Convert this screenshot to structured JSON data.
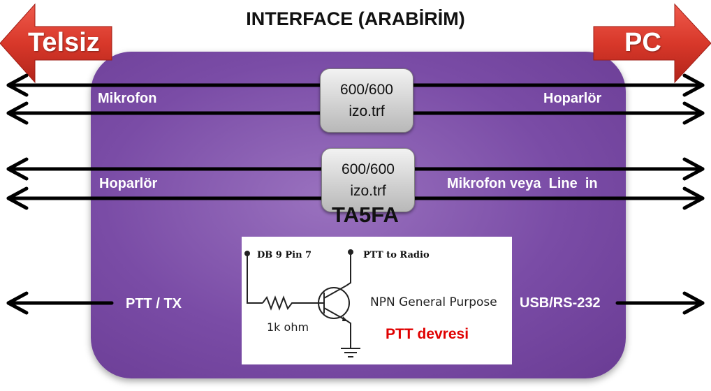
{
  "title": "INTERFACE (ARABİRİM)",
  "left_badge": "Telsiz",
  "right_badge": "PC",
  "transformers": [
    {
      "line1": "600/600",
      "line2": "izo.trf"
    },
    {
      "line1": "600/600",
      "line2": "izo.trf"
    }
  ],
  "labels": {
    "mic_left": "Mikrofon",
    "spk_right": "Hoparlör",
    "spk_left": "Hoparlör",
    "mic_right": "Mikrofon veya  Line  in",
    "ptt_tx": "PTT / TX",
    "usb": "USB/RS-232"
  },
  "callsign": "TA5FA",
  "circuit": {
    "db9": "DB 9 Pin 7",
    "ptt_radio": "PTT to Radio",
    "npn": "NPN General Purpose",
    "resistor": "1k ohm",
    "caption": "PTT devresi"
  },
  "colors": {
    "badge": "#d8382a",
    "box": "#7a4ca6",
    "arrow": "#000000",
    "caption": "#e00000"
  }
}
